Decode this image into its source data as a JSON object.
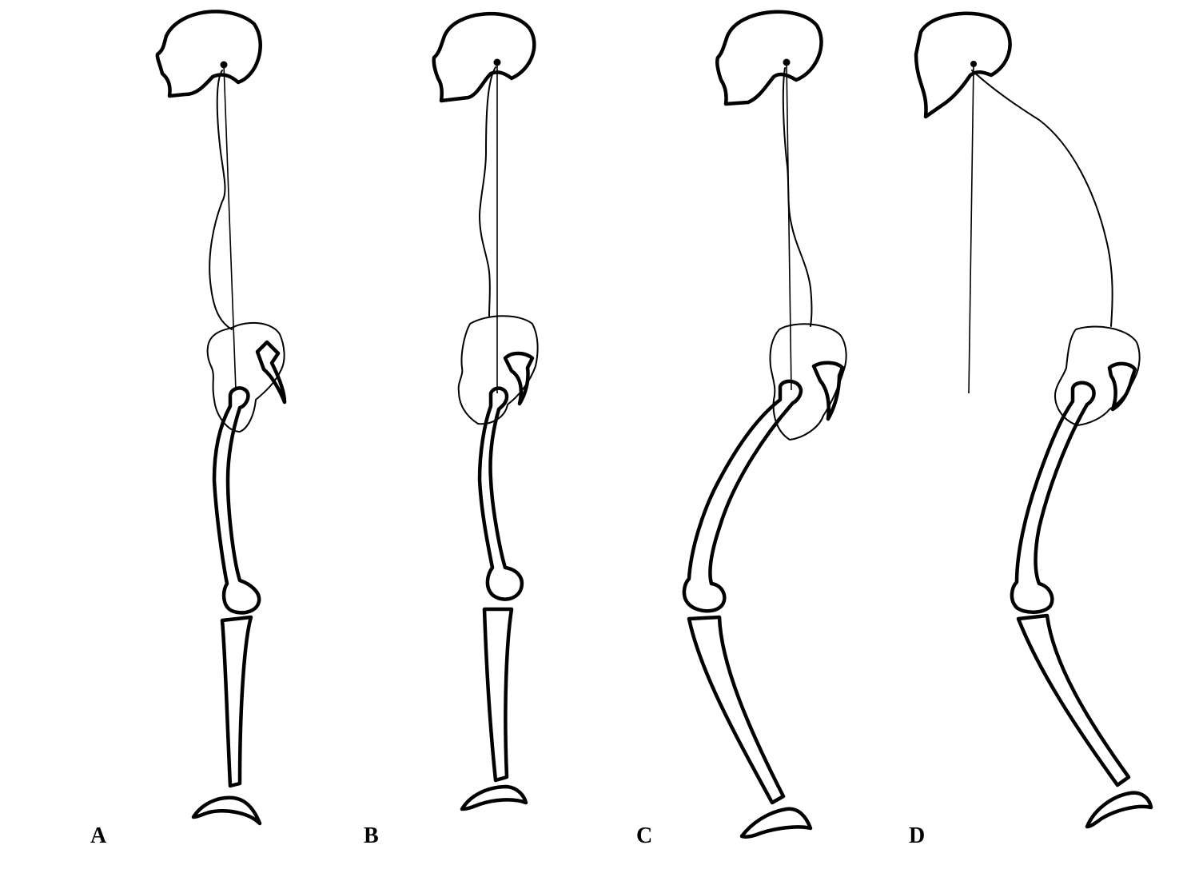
{
  "figures": [
    {
      "id": "A",
      "label": "A"
    },
    {
      "id": "B",
      "label": "B"
    },
    {
      "id": "C",
      "label": "C"
    },
    {
      "id": "D",
      "label": "D"
    }
  ],
  "colors": {
    "ink": "#000000",
    "background": "#ffffff"
  }
}
